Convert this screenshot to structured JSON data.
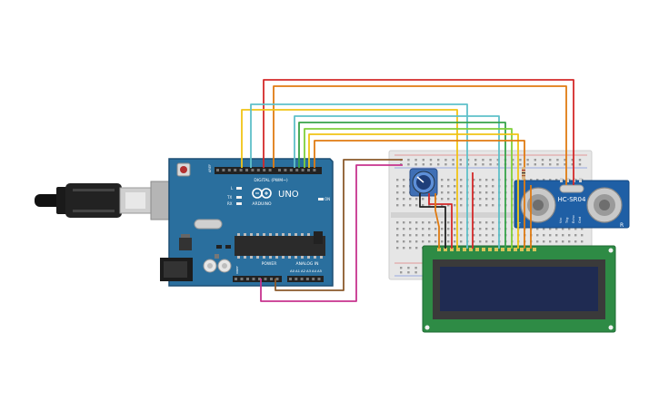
{
  "arduino": {
    "brand": "UNO",
    "logo_text": "ARDUINO",
    "digital_header": "DIGITAL (PWM~)",
    "analog_header": "ANALOG IN",
    "power_header": "POWER",
    "pin_aref": "AREF",
    "pin_l": "L",
    "pin_tx": "TX",
    "pin_rx": "RX",
    "pin_on": "ON",
    "ioref_label": "IOREF",
    "analog_pins": [
      "A0",
      "A1",
      "A2",
      "A3",
      "A4",
      "A5"
    ]
  },
  "sensor": {
    "model": "HC-SR04",
    "side_left": "T",
    "side_right": "R",
    "pin_labels": [
      "Vcc",
      "Trig",
      "Echo",
      "Gnd"
    ]
  },
  "colors": {
    "board": "#2a6f9e",
    "board_edge": "#1d4f74",
    "breadboard": "#e6e6e6",
    "lcd_pcb": "#2e8b45",
    "lcd_screen": "#1f2b52",
    "sensor_pcb": "#1f5fa5",
    "wire_red": "#d42a2a",
    "wire_orange": "#e07b12",
    "wire_yellow": "#f0c416",
    "wire_cyan": "#5fc0c9",
    "wire_green": "#37a34a",
    "wire_lime": "#7fcf3a",
    "wire_brown": "#8b5a2b",
    "wire_magenta": "#c7338e"
  }
}
